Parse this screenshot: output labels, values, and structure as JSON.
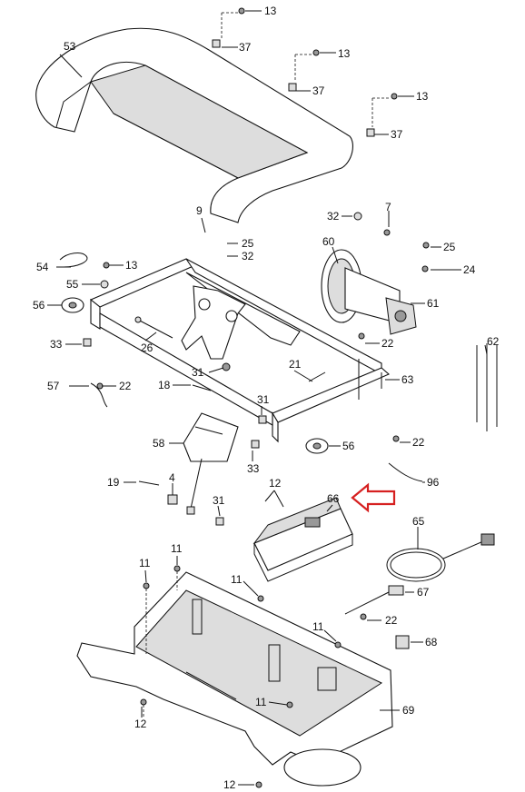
{
  "callouts": [
    "13",
    "37",
    "53",
    "13",
    "37",
    "13",
    "37",
    "9",
    "25",
    "32",
    "7",
    "32",
    "60",
    "25",
    "24",
    "54",
    "13",
    "55",
    "56",
    "61",
    "33",
    "26",
    "22",
    "31",
    "21",
    "63",
    "62",
    "57",
    "22",
    "18",
    "31",
    "58",
    "56",
    "33",
    "22",
    "12",
    "66",
    "19",
    "4",
    "31",
    "96",
    "65",
    "11",
    "11",
    "11",
    "67",
    "22",
    "11",
    "68",
    "11",
    "69",
    "12",
    "12"
  ],
  "highlight": {
    "part": "66",
    "color": "#d62020"
  }
}
